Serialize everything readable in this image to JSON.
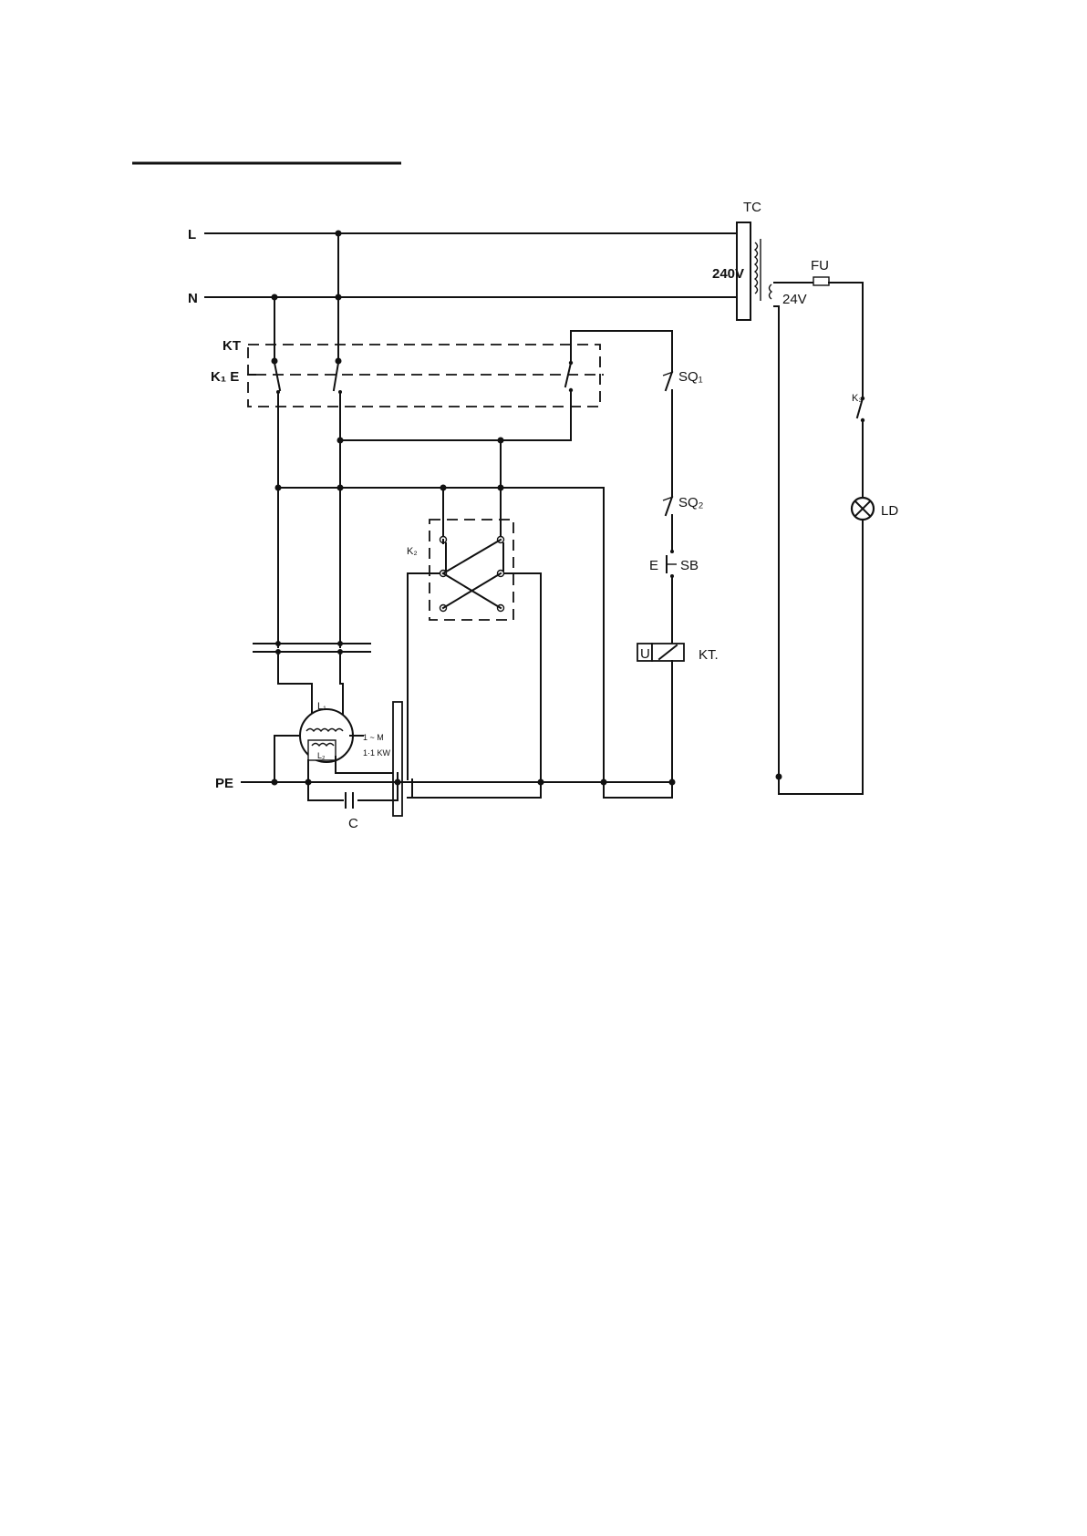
{
  "diagram": {
    "type": "electrical-schematic",
    "labels": {
      "line": "L",
      "neutral": "N",
      "timer_contacts": "KT",
      "switch_k1_e": "K₁ E",
      "transformer": "TC",
      "primary_voltage": "240V",
      "secondary_voltage": "24V",
      "fuse": "FU",
      "switch_k3": "K₃",
      "lamp": "LD",
      "limit_switch_1": "SQ₁",
      "limit_switch_2": "SQ₂",
      "pushbutton_e": "E",
      "pushbutton": "SB",
      "coil_u": "U",
      "timer_coil": "KT.",
      "reversing_switch": "K₂",
      "winding_1": "L₁",
      "winding_2": "L₂",
      "motor_line1": "1 ~ M",
      "motor_line2": "1·1 KW",
      "protective_earth": "PE",
      "capacitor": "C"
    }
  }
}
